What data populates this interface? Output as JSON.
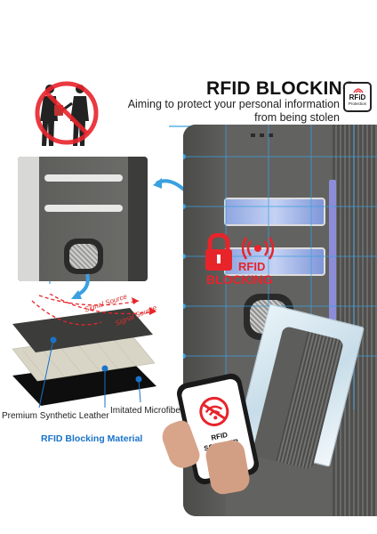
{
  "header": {
    "title": "RFID BLOCKING",
    "subtitle_line1": "Aiming to protect your personal information",
    "subtitle_line2": "from being stolen",
    "badge_title": "RFiD",
    "badge_subtitle": "Protection"
  },
  "center_badge": {
    "line1": "RFID",
    "line2": "BLOCKING"
  },
  "layers": {
    "signal_label_1": "Signal Source",
    "signal_label_2": "Signal Source",
    "label_leather": "Premium Synthetic Leather",
    "label_microfiber": "Imitated Microfiber",
    "label_material": "RFID Blocking Material"
  },
  "phone": {
    "screen_label_line1": "RFID",
    "screen_label_line2": "SCANNER"
  },
  "colors": {
    "accent_blue": "#3aa0e0",
    "label_blue": "#1a73c8",
    "warning_red": "#e8242b",
    "wallet_gray": "#5a5a58"
  }
}
